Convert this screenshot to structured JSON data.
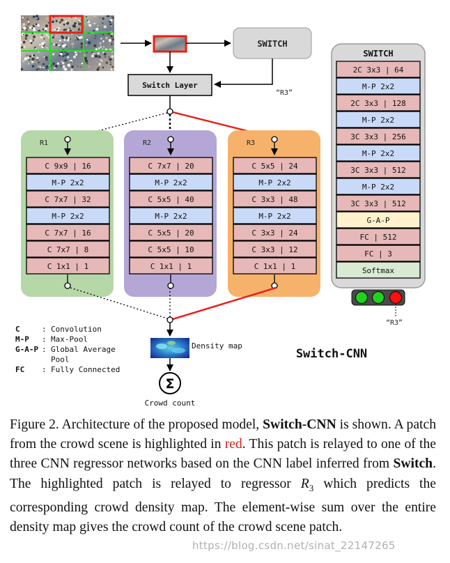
{
  "top": {
    "switch_box": "SWITCH",
    "switch_layer": "Switch Layer",
    "r3_label": "“R3”"
  },
  "columns": [
    {
      "label": "R1",
      "color": "#b6d7a8",
      "layers": [
        "C 9x9 | 16",
        "M-P 2x2",
        "C 7x7 | 32",
        "M-P 2x2",
        "C 7x7 | 16",
        "C 7x7 | 8",
        "C 1x1 | 1"
      ]
    },
    {
      "label": "R2",
      "color": "#b4a7d6",
      "layers": [
        "C 7x7 | 20",
        "M-P 2x2",
        "C 5x5 | 40",
        "M-P 2x2",
        "C 5x5 | 20",
        "C 5x5 | 10",
        "C 1x1 | 1"
      ]
    },
    {
      "label": "R3",
      "color": "#f6b26b",
      "layers": [
        "C 5x5 | 24",
        "M-P 2x2",
        "C 3x3 | 48",
        "M-P 2x2",
        "C 3x3 | 24",
        "C 3x3 | 12",
        "C 1x1 | 1"
      ]
    }
  ],
  "switch_net": {
    "title": "SWITCH",
    "layers": [
      "2C 3x3 | 64",
      "M-P 2x2",
      "2C 3x3 | 128",
      "M-P 2x2",
      "3C 3x3 | 256",
      "M-P 2x2",
      "3C 3x3 | 512",
      "M-P 2x2",
      "3C 3x3 | 512",
      "G-A-P",
      "FC | 512",
      "FC | 3",
      "Softmax"
    ],
    "r3_label": "“R3”"
  },
  "legend": [
    {
      "key": "C",
      "sep": ":",
      "value": "Convolution"
    },
    {
      "key": "M-P",
      "sep": ":",
      "value": "Max-Pool"
    },
    {
      "key": "G-A-P",
      "sep": ":",
      "value": "Global Average"
    },
    {
      "key": "",
      "sep": "",
      "value": "Pool"
    },
    {
      "key": "FC",
      "sep": ":",
      "value": "Fully Connected"
    }
  ],
  "density_map_label": "Density map",
  "sum_symbol": "Σ",
  "crowd_count_label": "Crowd count",
  "model_name": "Switch-CNN",
  "caption": {
    "p1": "Figure 2. Architecture of the proposed model, ",
    "b1": "Switch-CNN",
    "p2": " is shown. A patch from the crowd scene is highlighted in ",
    "red_word": "red",
    "p3": ". This patch is relayed to one of the three CNN regressor networks based on the CNN label inferred from ",
    "b2": "Switch",
    "p4": ". The highlighted patch is relayed to regressor ",
    "r_var": "R",
    "r_sub": "3",
    "p5": " which predicts the corresponding crowd density map. The element-wise sum over the entire density map gives the crowd count of the crowd scene patch."
  },
  "watermark": "https://blog.csdn.net/sinat_22147265",
  "colors": {
    "conv": "#e6b8b8",
    "pool": "#c9daf8",
    "gap": "#fff2cc",
    "softmax": "#d9ead3",
    "highlight": "#e8201a",
    "traffic_green": "#1fd21f",
    "traffic_red": "#ff1010"
  }
}
